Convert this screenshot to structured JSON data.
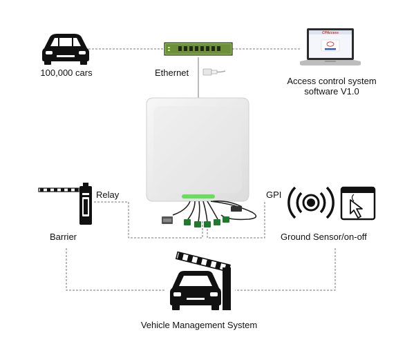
{
  "labels": {
    "cars": "100,000 cars",
    "ethernet": "Ethernet",
    "software_line1": "Access control system",
    "software_line2": "software V1.0",
    "relay": "Relay",
    "gpi": "GPI",
    "barrier": "Barrier",
    "ground_sensor": "Ground Sensor/on-off",
    "vms": "Vehicle Management System"
  },
  "laptop_screen": {
    "logo": "CPAccess"
  },
  "colors": {
    "line": "#777777",
    "device_body": "#ececec",
    "status_led": "#6bdc5f",
    "switch_green": "#8bc34a",
    "icon_black": "#111111"
  }
}
